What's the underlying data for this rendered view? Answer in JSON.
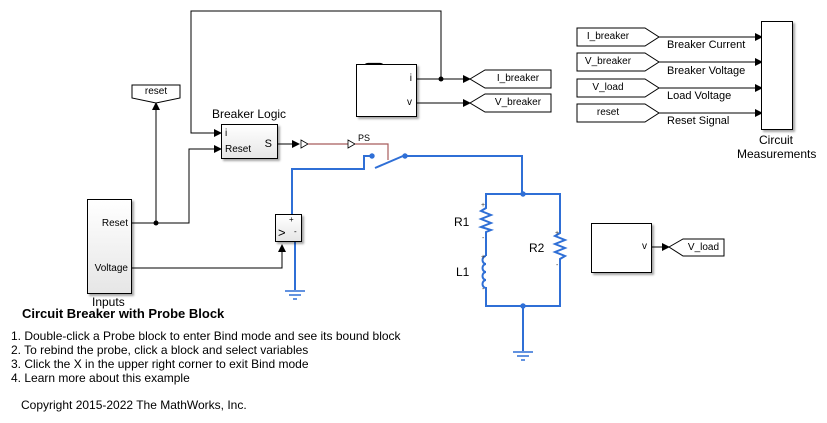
{
  "model": {
    "title": "Circuit Breaker with Probe Block",
    "steps": [
      "1. Double-click a Probe block to enter Bind mode and see its bound block",
      "2. To rebind the probe, click a block and select variables",
      "3. Click the X in the upper right corner to exit Bind mode",
      "4. Learn more about this example"
    ],
    "copyright": "Copyright 2015-2022 The MathWorks, Inc."
  },
  "blocks": {
    "breaker_logic": {
      "name": "Breaker Logic",
      "ports_in": [
        "i",
        "Reset"
      ],
      "port_out": "S"
    },
    "inputs": {
      "name": "Inputs",
      "ports_out": [
        "Reset",
        "Voltage"
      ]
    },
    "probe_breaker": {
      "ports_out": [
        "i",
        "v"
      ]
    },
    "probe_load": {
      "ports_out": [
        "v"
      ]
    },
    "voltage_sensor": {
      "symbol": ">",
      "plus": "+",
      "minus": "-"
    },
    "scope": {
      "name_line1": "Circuit",
      "name_line2": "Measurements"
    },
    "ps_converter": {
      "label": "PS"
    },
    "r1": {
      "name": "R1"
    },
    "r2": {
      "name": "R2"
    },
    "l1": {
      "name": "L1"
    }
  },
  "goto_tags": {
    "reset_from_inputs": "reset",
    "i_breaker": "I_breaker",
    "v_breaker": "V_breaker",
    "v_load": "V_load"
  },
  "from_tags": [
    {
      "tag": "I_breaker",
      "signal": "Breaker Current"
    },
    {
      "tag": "V_breaker",
      "signal": "Breaker Voltage"
    },
    {
      "tag": "V_load",
      "signal": "Load Voltage"
    },
    {
      "tag": "reset",
      "signal": "Reset Signal"
    }
  ],
  "colors": {
    "signal": "#000000",
    "physical": "#2f6fd6",
    "ps_line": "#a85c5c"
  }
}
